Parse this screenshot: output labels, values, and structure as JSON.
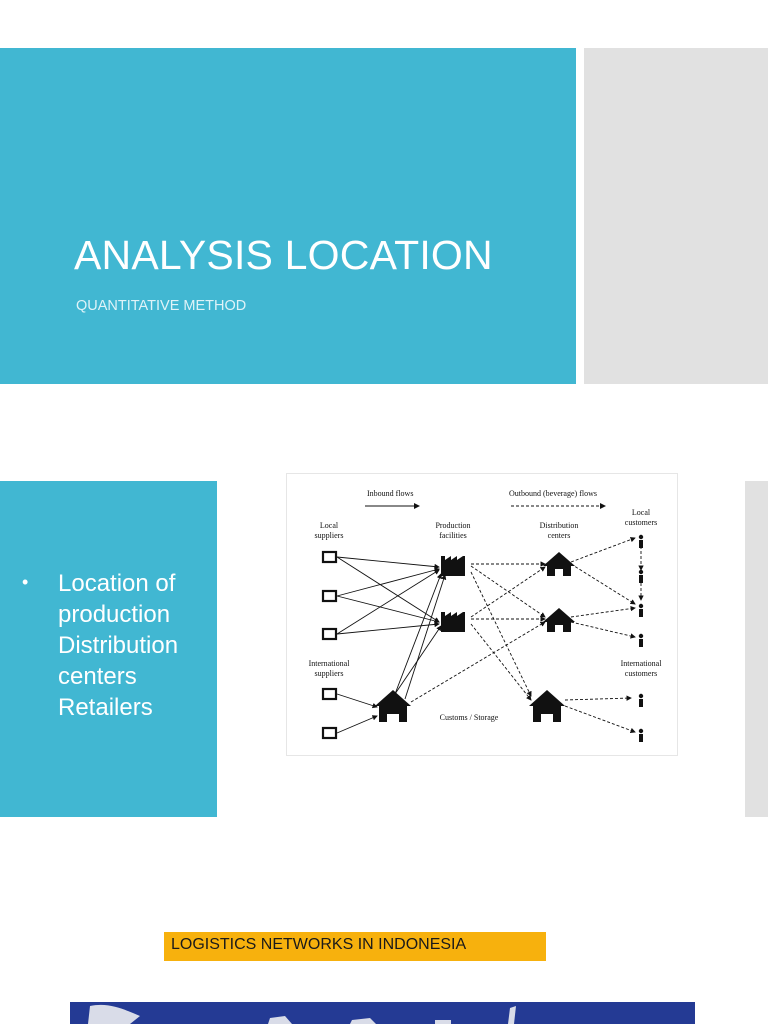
{
  "slide1": {
    "title": "ANALYSIS LOCATION",
    "subtitle": "QUANTITATIVE METHOD",
    "accent_color": "#41b7d2",
    "side_color": "#e1e1e1"
  },
  "slide2": {
    "bullet_glyph": "•",
    "bullet_lines": [
      "Location of",
      "production",
      "Distribution",
      "centers",
      "Retailers"
    ],
    "figure": {
      "inbound_label": "Inbound flows",
      "outbound_label": "Outbound (beverage) flows",
      "local_suppliers": [
        "Local",
        "suppliers"
      ],
      "production": [
        "Production",
        "facilities"
      ],
      "distribution": [
        "Distribution",
        "centers"
      ],
      "local_customers": [
        "Local",
        "customers"
      ],
      "international_suppliers": [
        "International",
        "suppliers"
      ],
      "international_customers": [
        "International",
        "customers"
      ],
      "customs": "Customs / Storage"
    }
  },
  "slide3": {
    "banner_text": "LOGISTICS NETWORKS IN INDONESIA",
    "banner_color": "#f7b10d",
    "map_color": "#243a94"
  }
}
